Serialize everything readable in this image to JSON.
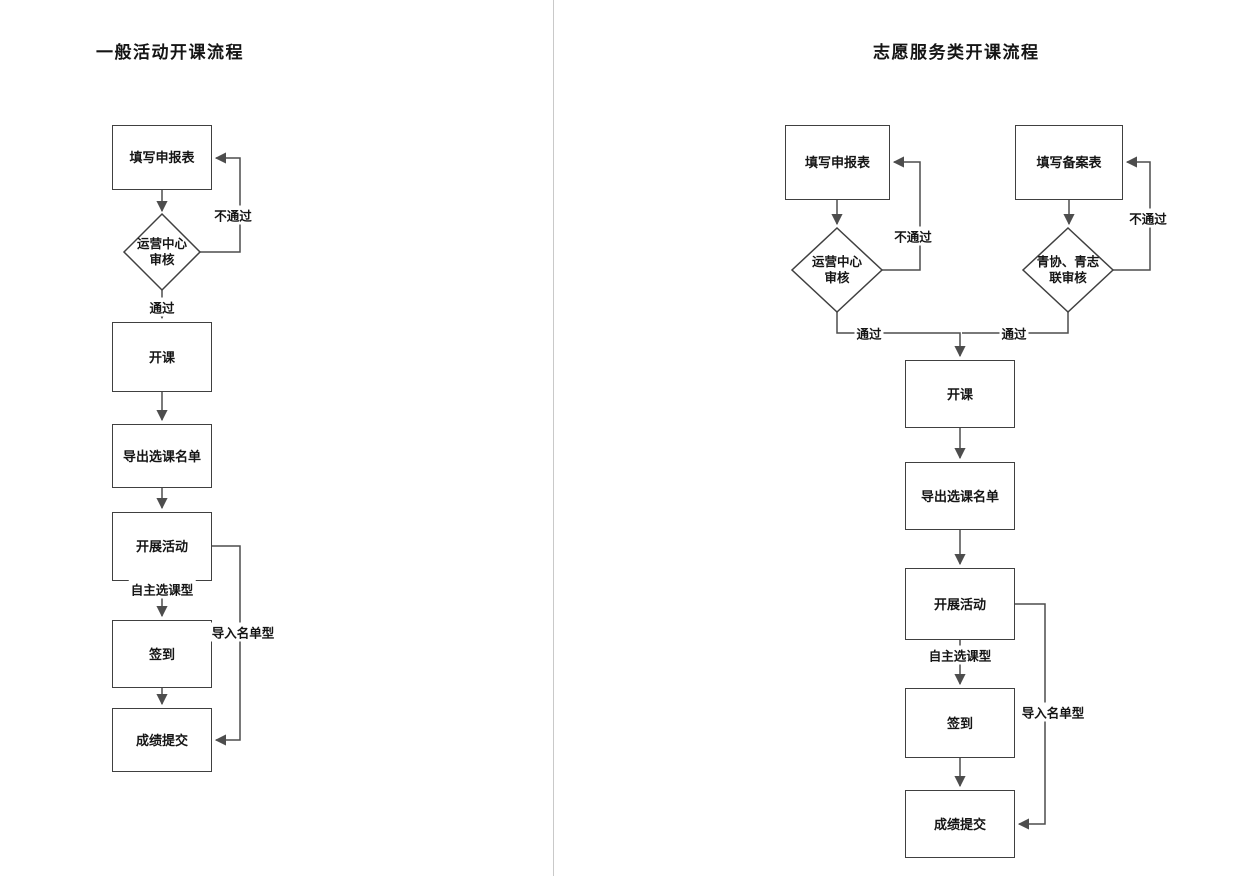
{
  "page": {
    "background": "#ffffff",
    "line_color": "#4d4d4d",
    "border_color": "#404040"
  },
  "left_chart": {
    "title": "一般活动开课流程",
    "nodes": {
      "fill_application": "填写申报表",
      "review": "运营中心\n审核",
      "start_course": "开课",
      "export_list": "导出选课名单",
      "carry_out": "开展活动",
      "sign_in": "签到",
      "submit_grades": "成绩提交"
    },
    "edge_labels": {
      "fail": "不通过",
      "pass": "通过",
      "self_select": "自主选课型",
      "import_list": "导入名单型"
    }
  },
  "right_chart": {
    "title": "志愿服务类开课流程",
    "nodes": {
      "fill_application": "填写申报表",
      "fill_record": "填写备案表",
      "review_center": "运营中心\n审核",
      "review_youth": "青协、青志\n联审核",
      "start_course": "开课",
      "export_list": "导出选课名单",
      "carry_out": "开展活动",
      "sign_in": "签到",
      "submit_grades": "成绩提交"
    },
    "edge_labels": {
      "fail_left": "不通过",
      "fail_right": "不通过",
      "pass_left": "通过",
      "pass_right": "通过",
      "self_select": "自主选课型",
      "import_list": "导入名单型"
    }
  }
}
